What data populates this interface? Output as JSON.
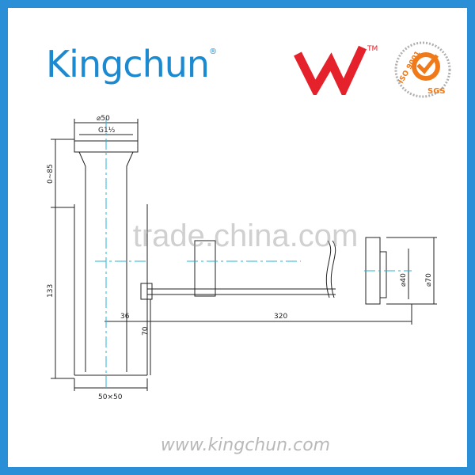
{
  "brand": {
    "name": "Kingchun",
    "reg_mark": "®"
  },
  "certs": {
    "wm_mark": "TM",
    "iso_text": "ISO 9001",
    "sgs_text": "SGS",
    "icon": "check-icon"
  },
  "drawing": {
    "dims": {
      "top_dia": "⌀50",
      "thread": "G1½",
      "height_adj": "0~85",
      "height": "133",
      "offset": "36",
      "outlet_height": "70",
      "pipe_length": "320",
      "dia_40": "⌀40",
      "dia_70": "⌀70",
      "body_size": "50×50"
    }
  },
  "watermark": "trade.china.com",
  "footer": {
    "url": "www.kingchun.com"
  },
  "colors": {
    "frame": "#2a8fd6",
    "brand": "#1b8ad1",
    "wm_red": "#e5212b",
    "seal_orange": "#f07a1a",
    "centerline": "#2ab0d8"
  }
}
